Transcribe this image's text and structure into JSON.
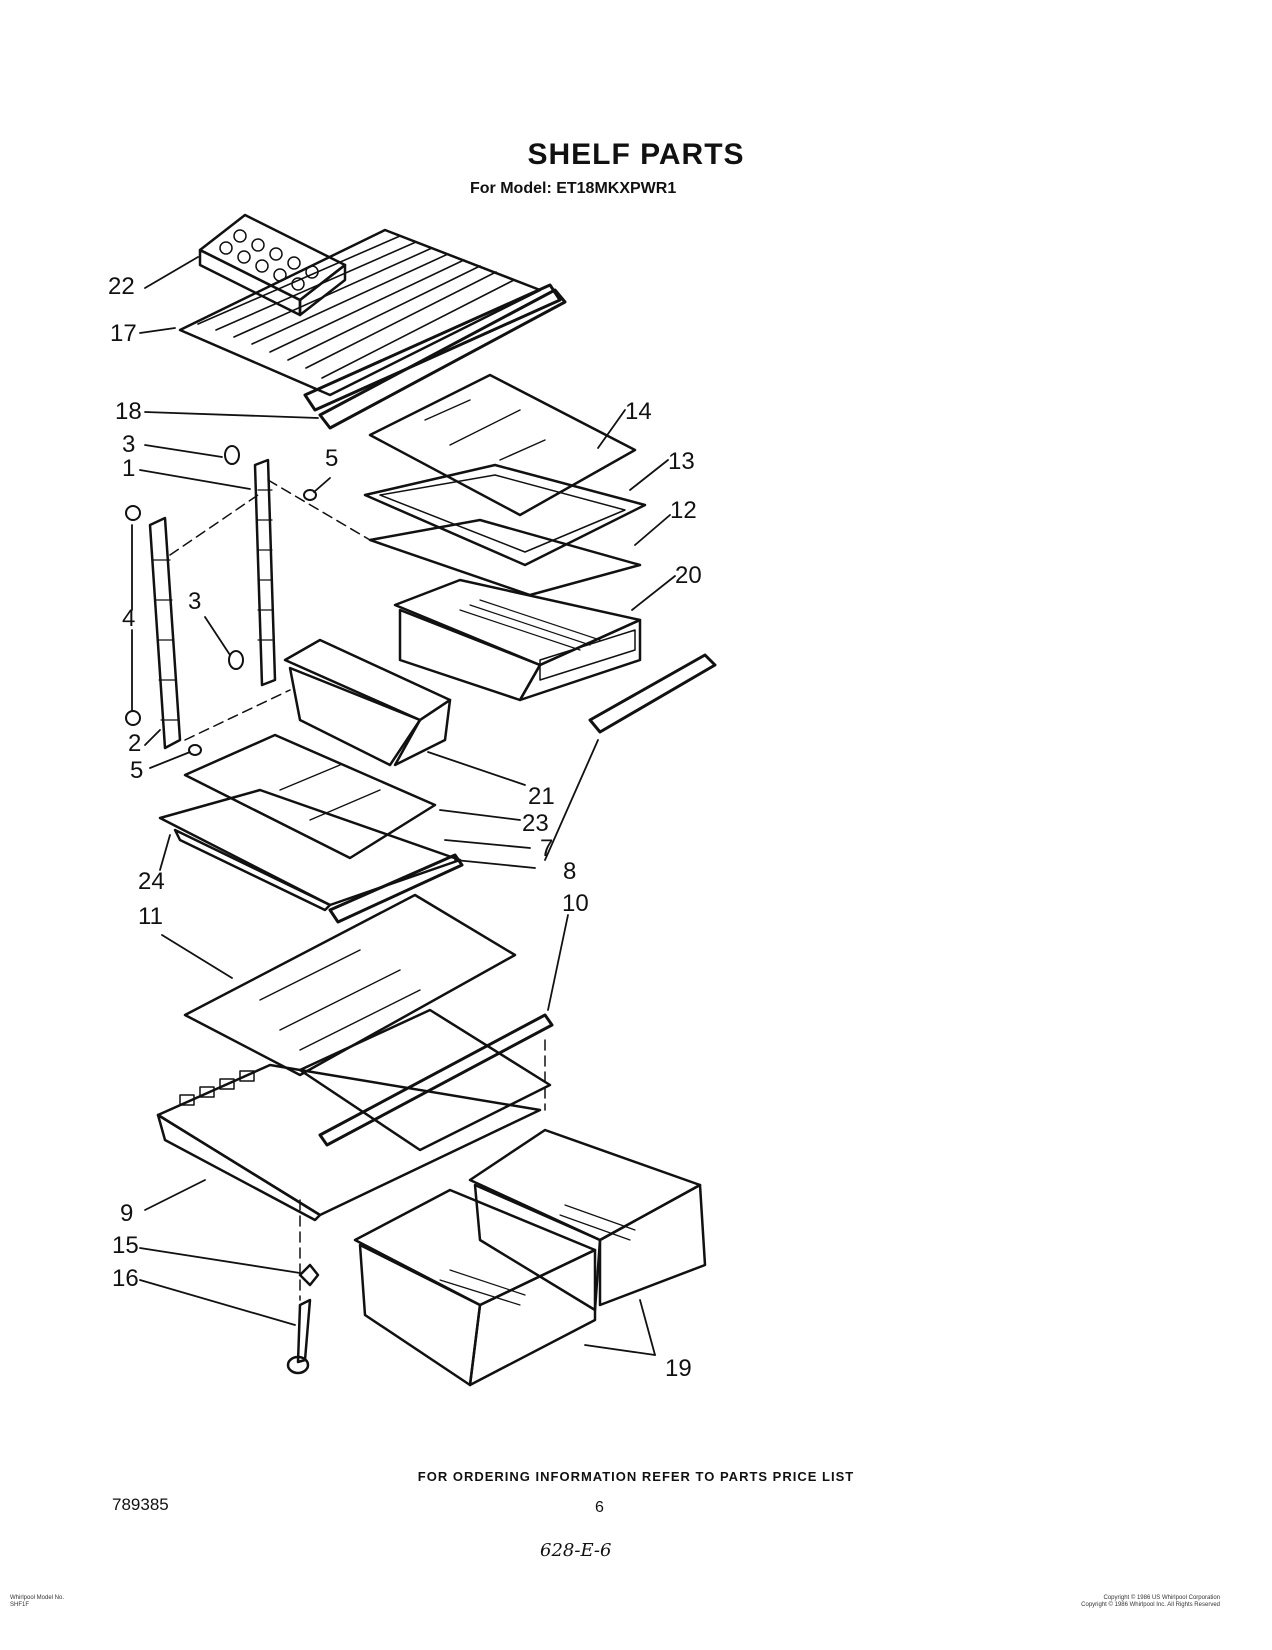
{
  "header": {
    "title": "SHELF PARTS",
    "subtitle": "For Model: ET18MKXPWR1"
  },
  "diagram": {
    "callouts": [
      "22",
      "17",
      "18",
      "3",
      "1",
      "5",
      "4",
      "3",
      "2",
      "5",
      "24",
      "11",
      "9",
      "15",
      "16",
      "14",
      "13",
      "12",
      "20",
      "21",
      "23",
      "7",
      "8",
      "10",
      "19"
    ]
  },
  "footer": {
    "ordering_note": "FOR ORDERING INFORMATION REFER TO PARTS PRICE LIST",
    "doc_number": "789385",
    "page_number": "6",
    "handwritten_note": "628-E-6",
    "fine_print_left": "Whirlpool Model No.\nSHF1F",
    "fine_print_right": "Copyright © 1986 US Whirlpool Corporation\nCopyright © 1986 Whirlpool Inc. All Rights Reserved"
  },
  "colors": {
    "ink": "#111111",
    "paper": "#ffffff"
  }
}
